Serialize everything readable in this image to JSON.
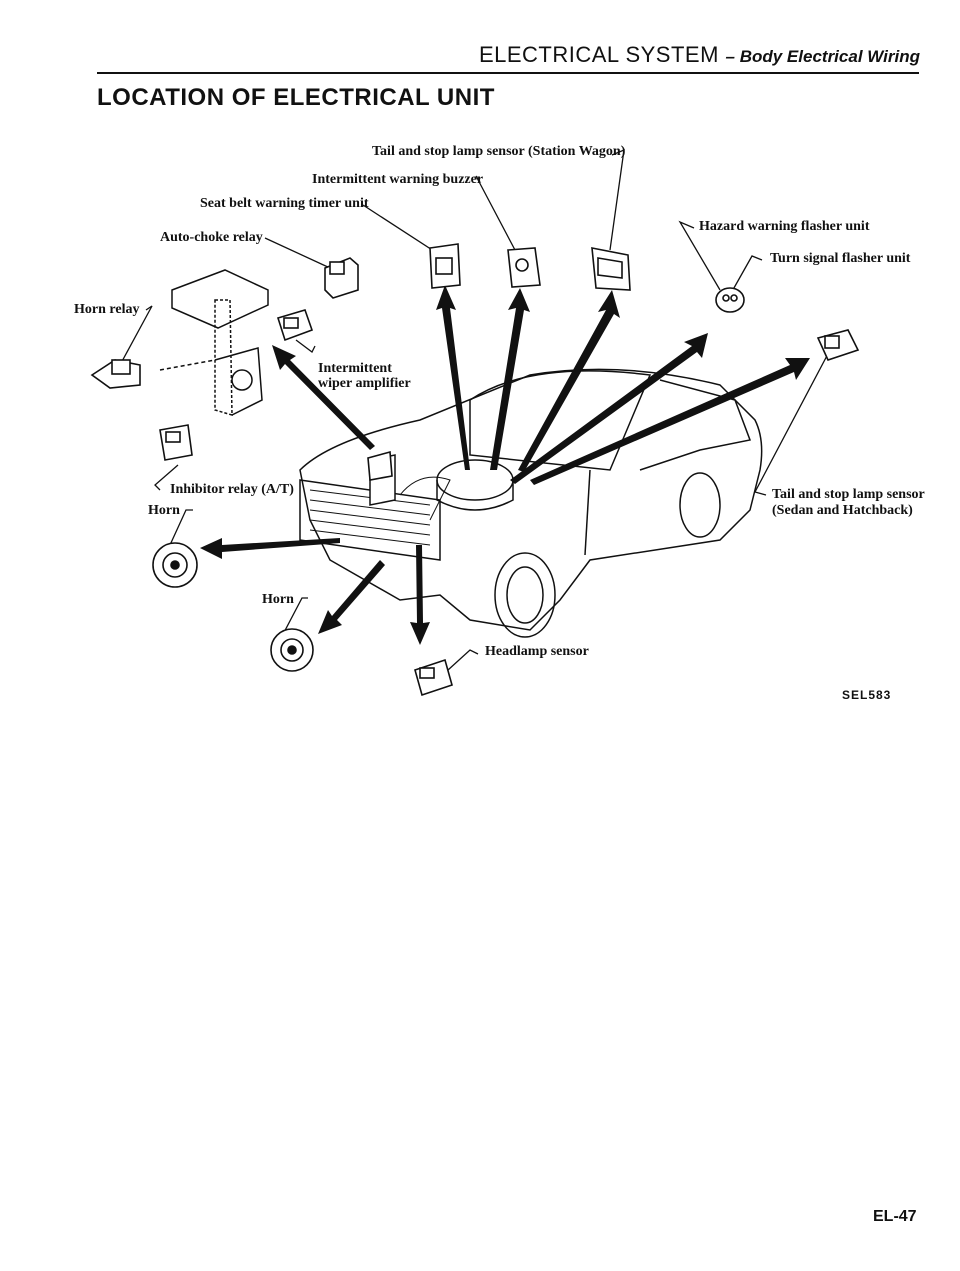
{
  "header": {
    "section": "ELECTRICAL SYSTEM",
    "subsection": "– Body Electrical Wiring"
  },
  "page_title": "LOCATION OF ELECTRICAL UNIT",
  "labels": {
    "tail_stop_wagon": "Tail and stop lamp sensor (Station Wagon)",
    "intermittent_buzzer": "Intermittent warning buzzer",
    "seat_belt_timer": "Seat belt warning timer unit",
    "auto_choke_relay": "Auto-choke relay",
    "horn_relay": "Horn relay",
    "intermittent_wiper_1": "Intermittent",
    "intermittent_wiper_2": "wiper amplifier",
    "inhibitor_relay": "Inhibitor relay (A/T)",
    "horn_left": "Horn",
    "horn_center": "Horn",
    "headlamp_sensor": "Headlamp sensor",
    "hazard_flasher": "Hazard warning flasher unit",
    "turn_signal_flasher": "Turn signal flasher unit",
    "tail_stop_sedan_1": "Tail and stop lamp sensor",
    "tail_stop_sedan_2": "(Sedan and Hatchback)"
  },
  "figure_code": "SEL583",
  "page_number": "EL-47"
}
